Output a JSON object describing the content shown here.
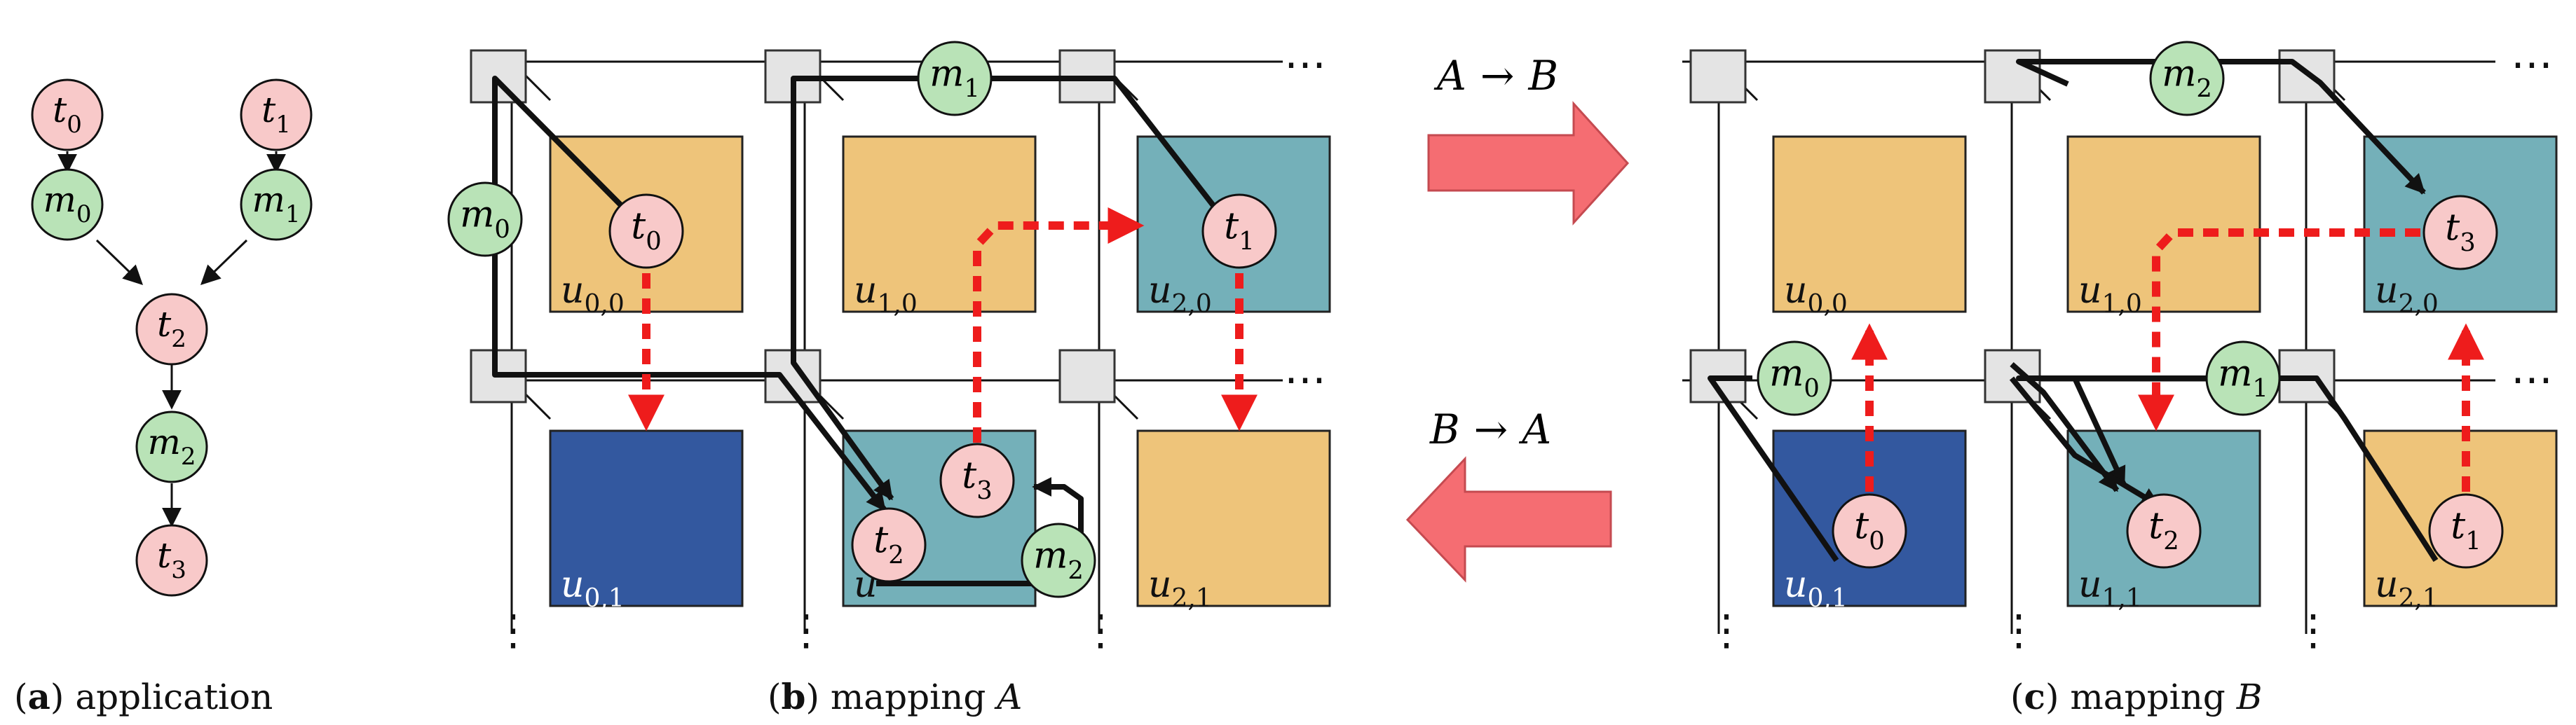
{
  "colors": {
    "task": "#f8c9c9",
    "message": "#b9e3b7",
    "tile_orange": "#eec47a",
    "tile_teal": "#74b0b9",
    "tile_blue": "#33589f",
    "router": "#e4e4e4",
    "arrow_block": "#f56d72",
    "route_red": "#ee1c1c",
    "wire": "#111111"
  },
  "icons": {
    "right_arrow": "block-arrow-right-icon",
    "left_arrow": "block-arrow-left-icon"
  },
  "application": {
    "caption": {
      "letter": "a",
      "text": "application"
    },
    "nodes": [
      {
        "id": "t0",
        "type": "task",
        "base": "t",
        "sub": "0"
      },
      {
        "id": "t1",
        "type": "task",
        "base": "t",
        "sub": "1"
      },
      {
        "id": "m0",
        "type": "message",
        "base": "m",
        "sub": "0"
      },
      {
        "id": "m1",
        "type": "message",
        "base": "m",
        "sub": "1"
      },
      {
        "id": "t2",
        "type": "task",
        "base": "t",
        "sub": "2"
      },
      {
        "id": "m2",
        "type": "message",
        "base": "m",
        "sub": "2"
      },
      {
        "id": "t3",
        "type": "task",
        "base": "t",
        "sub": "3"
      }
    ],
    "edges": [
      [
        "t0",
        "m0"
      ],
      [
        "t1",
        "m1"
      ],
      [
        "m0",
        "t2"
      ],
      [
        "m1",
        "t2"
      ],
      [
        "t2",
        "m2"
      ],
      [
        "m2",
        "t3"
      ]
    ]
  },
  "mappingA": {
    "caption": {
      "letter": "b",
      "text": "mapping",
      "var": "A"
    },
    "tiles": [
      {
        "id": "u00",
        "base": "u",
        "sub": "0,0",
        "color": "orange"
      },
      {
        "id": "u10",
        "base": "u",
        "sub": "1,0",
        "color": "orange"
      },
      {
        "id": "u20",
        "base": "u",
        "sub": "2,0",
        "color": "teal"
      },
      {
        "id": "u01",
        "base": "u",
        "sub": "0,1",
        "color": "blue"
      },
      {
        "id": "u11",
        "base": "u",
        "sub": "",
        "color": "teal"
      },
      {
        "id": "u21",
        "base": "u",
        "sub": "2,1",
        "color": "orange"
      }
    ],
    "tasks": [
      {
        "base": "t",
        "sub": "0",
        "tile": "u00"
      },
      {
        "base": "t",
        "sub": "1",
        "tile": "u20"
      },
      {
        "base": "t",
        "sub": "2",
        "tile": "u11"
      },
      {
        "base": "t",
        "sub": "3",
        "tile": "u11"
      }
    ],
    "messages": [
      {
        "base": "m",
        "sub": "0"
      },
      {
        "base": "m",
        "sub": "1"
      },
      {
        "base": "m",
        "sub": "2"
      }
    ]
  },
  "mappingB": {
    "caption": {
      "letter": "c",
      "text": "mapping",
      "var": "B"
    },
    "tiles": [
      {
        "id": "u00",
        "base": "u",
        "sub": "0,0",
        "color": "orange"
      },
      {
        "id": "u10",
        "base": "u",
        "sub": "1,0",
        "color": "orange"
      },
      {
        "id": "u20",
        "base": "u",
        "sub": "2,0",
        "color": "teal"
      },
      {
        "id": "u01",
        "base": "u",
        "sub": "0,1",
        "color": "blue"
      },
      {
        "id": "u11",
        "base": "u",
        "sub": "1,1",
        "color": "teal"
      },
      {
        "id": "u21",
        "base": "u",
        "sub": "2,1",
        "color": "orange"
      }
    ],
    "tasks": [
      {
        "base": "t",
        "sub": "0",
        "tile": "u01"
      },
      {
        "base": "t",
        "sub": "2",
        "tile": "u11"
      },
      {
        "base": "t",
        "sub": "1",
        "tile": "u21"
      },
      {
        "base": "t",
        "sub": "3",
        "tile": "u20"
      }
    ],
    "messages": [
      {
        "base": "m",
        "sub": "2"
      },
      {
        "base": "m",
        "sub": "0"
      },
      {
        "base": "m",
        "sub": "1"
      }
    ]
  },
  "transitions": {
    "forward": {
      "left": "A",
      "arrow": "→",
      "right": "B"
    },
    "backward": {
      "left": "B",
      "arrow": "→",
      "right": "A"
    }
  },
  "ellipsis": "⋯",
  "vertical_ellipsis": "⋮"
}
